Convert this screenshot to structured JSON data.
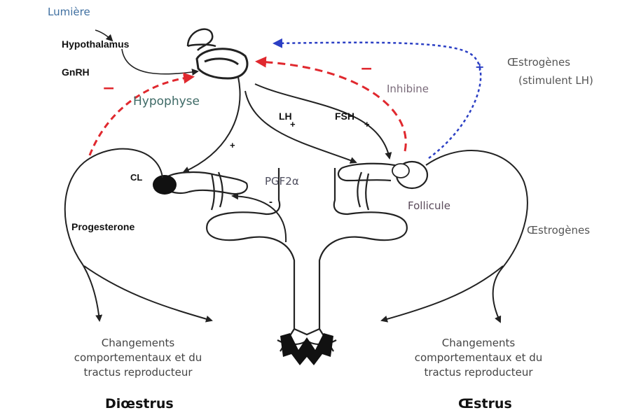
{
  "labels": {
    "lumiere": "Lumière",
    "hypothalamus": "Hypothalamus",
    "gnrh": "GnRH",
    "hypophyse": "Hypophyse",
    "inhibine": "Inhibine",
    "estrogenes_top": "Œstrogènes",
    "stimulent_lh": "(stimulent LH)",
    "lh": "LH",
    "fsh": "FSH",
    "cl": "CL",
    "pgf2a": "PGF2α",
    "follicule": "Follicule",
    "progesterone": "Progesterone",
    "estrogenes_right": "Œstrogènes"
  },
  "signs": {
    "minus_left": "−",
    "minus_inhibine": "−",
    "plus_estrogen": "+",
    "plus_lh": "+",
    "plus_fsh": "+",
    "plus_left_ovary": "+",
    "minus_pgf": "-"
  },
  "changes_left": [
    "Changements",
    "comportementaux et du",
    "tractus reproducteur"
  ],
  "changes_right": [
    "Changements",
    "comportementaux et du",
    "tractus reproducteur"
  ],
  "phases": {
    "left": "Diœstrus",
    "right": "Œstrus"
  },
  "colors": {
    "inhibition_arrow": "#e0282e",
    "stimulation_arrow": "#2b3fc4",
    "line": "#222222"
  }
}
